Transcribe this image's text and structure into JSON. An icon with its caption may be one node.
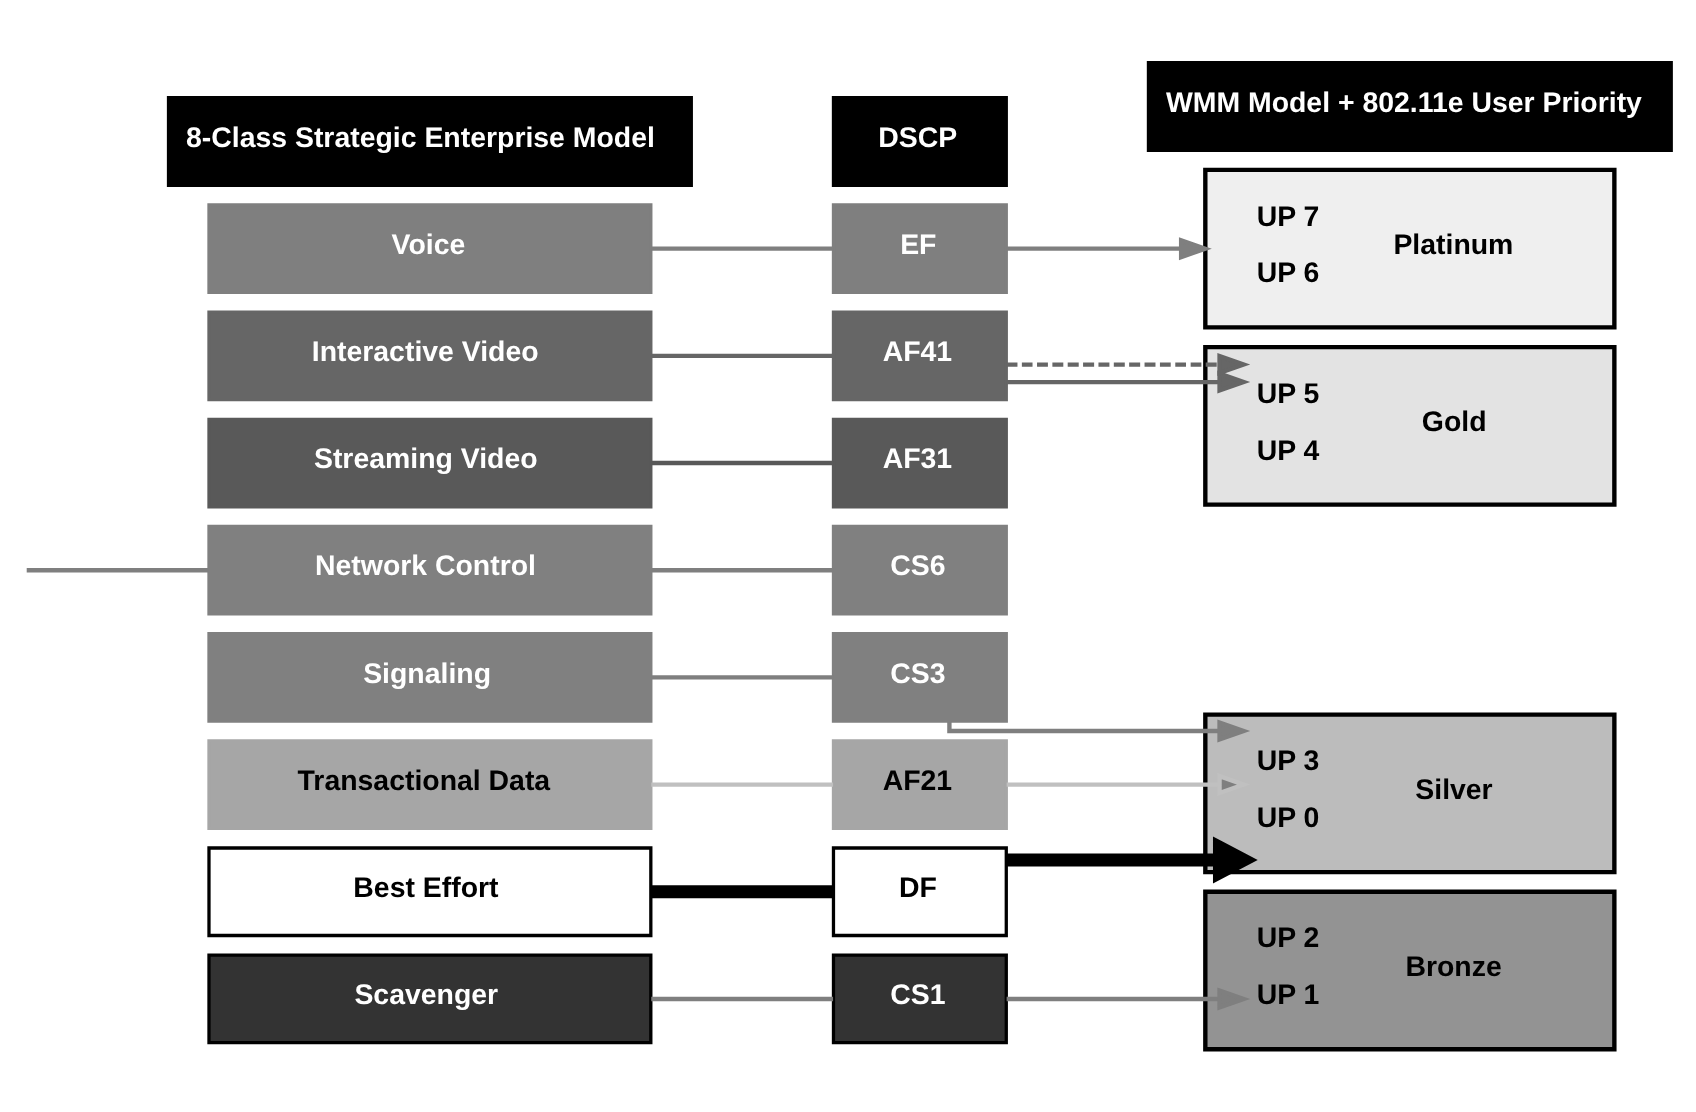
{
  "diagram": {
    "nodes": [
      {
        "text": [
          "8-Class Strategic Enterprise Model"
        ]
      },
      {
        "text": [
          "DSCP"
        ]
      },
      {
        "text": [
          "WMM Model + 802.11e User Priority"
        ]
      },
      {
        "text": [
          "Voice"
        ]
      },
      {
        "text": [
          "EF"
        ]
      },
      {
        "text": [
          "Interactive Video"
        ]
      },
      {
        "text": [
          "AF41"
        ]
      },
      {
        "text": [
          "Streaming Video"
        ]
      },
      {
        "text": [
          "AF31"
        ]
      },
      {
        "text": [
          "Network Control"
        ]
      },
      {
        "text": [
          "CS6"
        ]
      },
      {
        "text": [
          "Signaling"
        ]
      },
      {
        "text": [
          "CS3"
        ]
      },
      {
        "text": [
          "Transactional Data"
        ]
      },
      {
        "text": [
          "AF21"
        ]
      },
      {
        "text": [
          "Best Effort"
        ]
      },
      {
        "text": [
          "DF"
        ]
      },
      {
        "text": [
          "Scavenger"
        ]
      },
      {
        "text": [
          "CS1"
        ]
      },
      {
        "text": [
          "UP 7",
          "Platinum",
          "UP 6"
        ]
      },
      {
        "text": [
          "UP 5",
          "Gold",
          "UP 4"
        ]
      },
      {
        "text": [
          "UP 3",
          "Silver",
          "UP 0"
        ]
      },
      {
        "text": [
          "UP 2",
          "Bronze",
          "UP 1"
        ]
      }
    ],
    "edges": [
      {
        "from": 3,
        "to": 4,
        "arrow": "none"
      },
      {
        "from": 5,
        "to": 6,
        "arrow": "none",
        "color": "#666666"
      },
      {
        "from": 7,
        "to": 8,
        "arrow": "none",
        "color": "#595959"
      },
      {
        "from": null,
        "to": 9,
        "arrow": "none"
      },
      {
        "from": 9,
        "to": 10,
        "arrow": "none"
      },
      {
        "from": 11,
        "to": 12,
        "arrow": "none"
      },
      {
        "from": 13,
        "to": 14,
        "arrow": "none",
        "color": "#c0c0c0"
      },
      {
        "from": 15,
        "to": 16,
        "arrow": "none",
        "style": "thick",
        "color": "#000000"
      },
      {
        "from": 17,
        "to": 18,
        "arrow": "none"
      },
      {
        "from": 4,
        "to": 19,
        "arrow": "to"
      },
      {
        "from": 6,
        "to": 20,
        "arrow": "to",
        "color": "#666666"
      },
      {
        "from": 6,
        "to": 20,
        "arrow": "to",
        "style": "dashed",
        "color": "#666666"
      },
      {
        "from": 12,
        "to": 21,
        "arrow": "to"
      },
      {
        "from": 14,
        "to": 21,
        "arrow": "to",
        "color": "#c0c0c0"
      },
      {
        "from": 16,
        "to": 21,
        "arrow": "to",
        "style": "thick",
        "color": "#000000"
      },
      {
        "from": 18,
        "to": 22,
        "arrow": "to"
      }
    ]
  }
}
